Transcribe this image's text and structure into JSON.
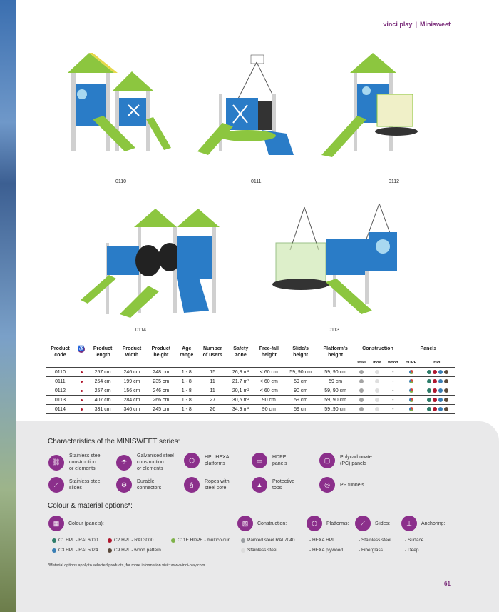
{
  "header": {
    "brand": "vinci play",
    "separator": "|",
    "series": "Minisweet"
  },
  "products": [
    {
      "code": "0110"
    },
    {
      "code": "0111"
    },
    {
      "code": "0112"
    },
    {
      "code": "0114"
    },
    {
      "code": "0113"
    }
  ],
  "table": {
    "headers": {
      "product_code": [
        "Product",
        "code"
      ],
      "product_length": [
        "Product",
        "length"
      ],
      "product_width": [
        "Product",
        "width"
      ],
      "product_height": [
        "Product",
        "height"
      ],
      "age_range": [
        "Age",
        "range"
      ],
      "number_of_users": [
        "Number",
        "of users"
      ],
      "safety_zone": [
        "Safety",
        "zone"
      ],
      "free_fall_height": [
        "Free-fall",
        "height"
      ],
      "slide_height": [
        "Slide/s",
        "height"
      ],
      "platform_height": [
        "Platform/s",
        "height"
      ],
      "construction": "Construction",
      "panels": "Panels",
      "sub": {
        "steel": "steel",
        "inox": "inox",
        "wood": "wood",
        "hdpe": "HDPE",
        "hpl": "HPL"
      }
    },
    "rows": [
      {
        "code": "0110",
        "length": "257 cm",
        "width": "246 cm",
        "height": "248 cm",
        "age": "1 - 8",
        "users": "15",
        "zone": "26,8 m²",
        "fall": "< 60 cm",
        "slide": "59, 90 cm",
        "platform": "59, 90 cm",
        "wood": "-"
      },
      {
        "code": "0111",
        "length": "254 cm",
        "width": "199 cm",
        "height": "235 cm",
        "age": "1 - 8",
        "users": "11",
        "zone": "21,7 m²",
        "fall": "< 60 cm",
        "slide": "59 cm",
        "platform": "59 cm",
        "wood": "-"
      },
      {
        "code": "0112",
        "length": "257 cm",
        "width": "156 cm",
        "height": "246 cm",
        "age": "1 - 8",
        "users": "11",
        "zone": "20,1 m²",
        "fall": "< 60 cm",
        "slide": "90 cm",
        "platform": "59, 90 cm",
        "wood": "-"
      },
      {
        "code": "0113",
        "length": "407 cm",
        "width": "284 cm",
        "height": "266 cm",
        "age": "1 - 8",
        "users": "27",
        "zone": "30,5 m²",
        "fall": "90 cm",
        "slide": "59 cm",
        "platform": "59, 90 cm",
        "wood": "-"
      },
      {
        "code": "0114",
        "length": "331 cm",
        "width": "346 cm",
        "height": "245 cm",
        "age": "1 - 8",
        "users": "26",
        "zone": "34,9 m²",
        "fall": "90 cm",
        "slide": "59 cm",
        "platform": "59 ,90 cm",
        "wood": "-"
      }
    ]
  },
  "characteristics": {
    "title": "Characteristics of the MINISWEET series:",
    "items": [
      [
        "Stainless steel",
        "construction",
        "or elements"
      ],
      [
        "Galvanised steel",
        "construction",
        "or elements"
      ],
      [
        "HPL HEXA",
        "platforms"
      ],
      [
        "HDPE",
        "panels"
      ],
      [
        "Polycarbonate",
        "(PC) panels"
      ],
      [
        "Stainless steel",
        "slides"
      ],
      [
        "Durable",
        "connectors"
      ],
      [
        "Ropes with",
        "steel core"
      ],
      [
        "Protective",
        "tops"
      ],
      [
        "PP tunnels"
      ]
    ]
  },
  "options": {
    "title": "Colour & material options*:",
    "colour_label": "Colour (panels):",
    "construction_label": "Construction:",
    "platforms_label": "Platforms:",
    "slides_label": "Slides:",
    "anchoring_label": "Anchoring:",
    "colours": [
      {
        "label": "C1 HPL - RAL6000",
        "color": "#2e7d6a"
      },
      {
        "label": "C2 HPL - RAL3000",
        "color": "#b0182f"
      },
      {
        "label": "C11E HDPE - multicolour",
        "color": "#7fb24a"
      },
      {
        "label": "C3 HPL - RAL5024",
        "color": "#3a7fb5"
      },
      {
        "label": "C9 HPL - wood pattern",
        "color": "#5a4a3c"
      }
    ],
    "construction": [
      {
        "label": "Painted steel RAL7040",
        "color": "#9a9ea2"
      },
      {
        "label": "Stainless steel",
        "color": "#dcdcdc"
      }
    ],
    "platforms": [
      "- HEXA HPL",
      "- HEXA plywood"
    ],
    "slides": [
      "- Stainless steel",
      "- Fiberglass"
    ],
    "anchoring": [
      "- Surface",
      "- Deep"
    ]
  },
  "footnote": "*Material options apply to selected products, for more information visit: www.vinci-play.com",
  "page_number": "61",
  "colors": {
    "accent": "#7a2c7a",
    "icon": "#8b2f8b",
    "panel": "#e9e9ea"
  },
  "icons": [
    "wheelchair-icon",
    "stainless-steel-icon",
    "galvanised-steel-icon",
    "hexa-platform-icon",
    "hdpe-panel-icon",
    "polycarbonate-icon",
    "slide-icon",
    "connector-icon",
    "rope-icon",
    "protective-top-icon",
    "tunnel-icon",
    "colour-palette-icon",
    "construction-icon",
    "platform-icon",
    "slides-icon",
    "anchoring-icon"
  ]
}
